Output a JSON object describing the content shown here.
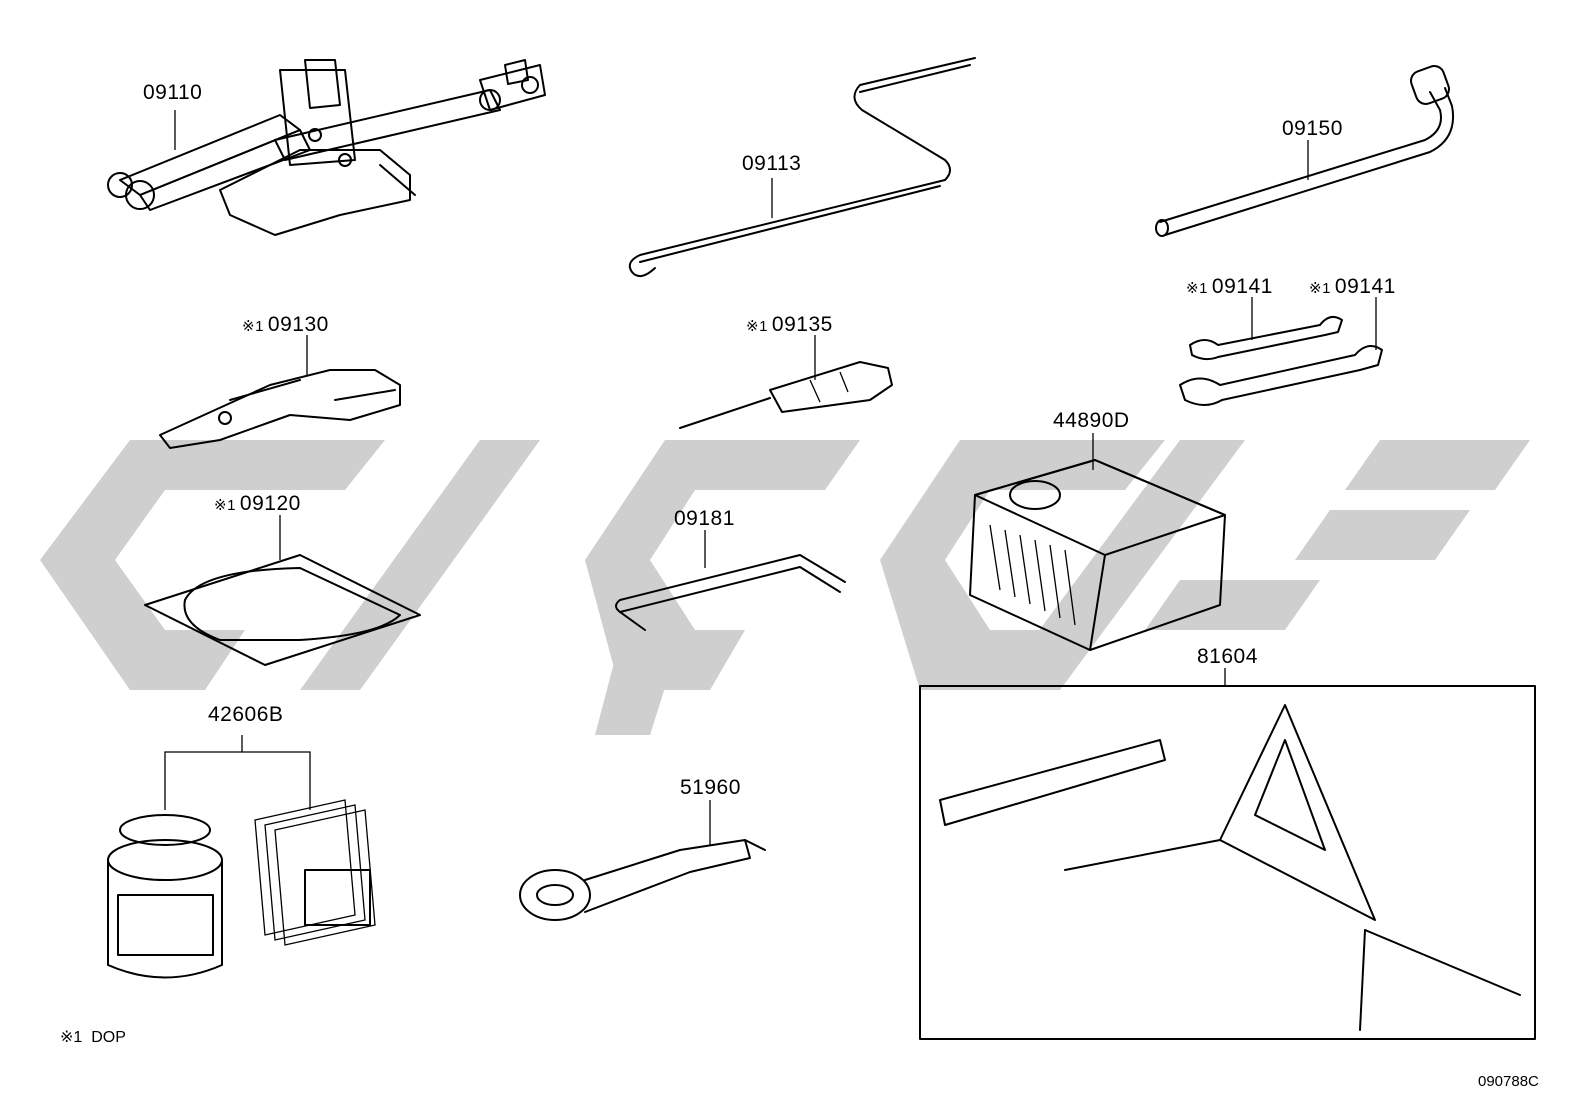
{
  "marker_symbol": "※1",
  "parts": [
    {
      "id": "jack",
      "number": "09110",
      "marked": false
    },
    {
      "id": "jack-handle",
      "number": "09113",
      "marked": false
    },
    {
      "id": "wheel-nut-wrench",
      "number": "09150",
      "marked": false
    },
    {
      "id": "pliers",
      "number": "09130",
      "marked": true
    },
    {
      "id": "screwdriver",
      "number": "09135",
      "marked": true
    },
    {
      "id": "wrench-a",
      "number": "09141",
      "marked": true
    },
    {
      "id": "wrench-b",
      "number": "09141",
      "marked": true
    },
    {
      "id": "tool-bag",
      "number": "09120",
      "marked": true
    },
    {
      "id": "hex-key",
      "number": "09181",
      "marked": false
    },
    {
      "id": "air-compressor",
      "number": "44890D",
      "marked": false
    },
    {
      "id": "warning-triangle",
      "number": "81604",
      "marked": false
    },
    {
      "id": "repair-kit",
      "number": "42606B",
      "marked": false
    },
    {
      "id": "towing-eye",
      "number": "51960",
      "marked": false
    }
  ],
  "legend": {
    "marker": "※1",
    "text": "DOP"
  },
  "figure_code": "090788C",
  "watermark_color": "#cfcfcf"
}
